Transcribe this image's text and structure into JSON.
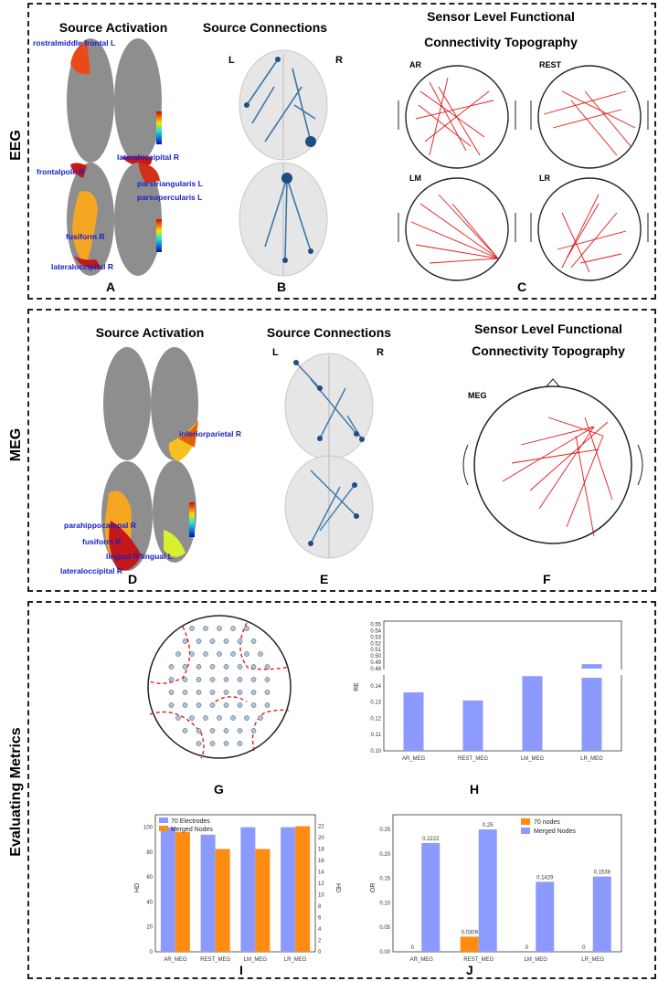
{
  "eeg": {
    "side_label": "EEG",
    "source_activation": "Source Activation",
    "source_connections": "Source  Connections",
    "sensor_title_1": "Sensor Level Functional",
    "sensor_title_2": "Connectivity Topography",
    "lr_left": "L",
    "lr_right": "R",
    "regions": {
      "rostralmiddle": "rostralmiddle frontal L",
      "lateraloccipital_top": "lateraloccipital R",
      "frontalpole": "frontalpole R",
      "parstriangularis": "parstriangularis L",
      "parsopercularis": "parsopercularis L",
      "fusiform": "fusiform R",
      "lateraloccipital_bottom": "lateraloccipital R"
    },
    "topo_labels": {
      "ar": "AR",
      "rest": "REST",
      "lm": "LM",
      "lr": "LR"
    },
    "letters": {
      "a": "A",
      "b": "B",
      "c": "C"
    }
  },
  "meg": {
    "side_label": "MEG",
    "source_activation": "Source Activation",
    "source_connections": "Source Connections",
    "sensor_title_1": "Sensor Level Functional",
    "sensor_title_2": "Connectivity Topography",
    "lr_left": "L",
    "lr_right": "R",
    "regions": {
      "inferiorparietal": "inferiorparietal R",
      "parahippocampal": "parahippocampal R",
      "fusiform": "fusiform R",
      "lingual_r": "lingual R",
      "lingual_l": "lingual L",
      "lateraloccipital": "lateraloccipital R"
    },
    "topo_label": "MEG",
    "letters": {
      "d": "D",
      "e": "E",
      "f": "F"
    }
  },
  "metrics": {
    "side_label": "Evaluating Metrics",
    "letters": {
      "g": "G",
      "h": "H",
      "i": "I",
      "j": "J"
    }
  },
  "chart_data": [
    {
      "id": "H",
      "type": "bar",
      "categories": [
        "AR_MEG",
        "REST_MEG",
        "LM_MEG",
        "LR_MEG"
      ],
      "values": [
        0.136,
        0.131,
        0.146,
        0.487
      ],
      "ylabel": "RE",
      "yticks_lower": [
        "0.10",
        "0.11",
        "0.12",
        "0.13",
        "0.14"
      ],
      "yticks_upper": [
        "0.48",
        "0.49",
        "0.50",
        "0.51",
        "0.52",
        "0.53",
        "0.54",
        "0.55"
      ],
      "color": "#8c9aff"
    },
    {
      "id": "I",
      "type": "bar",
      "categories": [
        "AR_MEG",
        "REST_MEG",
        "LM_MEG",
        "LR_MEG"
      ],
      "series": [
        {
          "name": "70 Electrodes",
          "values": [
            100,
            94,
            100,
            100
          ],
          "axis": "left",
          "color": "#8c9aff"
        },
        {
          "name": "Merged Nodes",
          "values": [
            21,
            18,
            18,
            22
          ],
          "axis": "right",
          "color": "#ff8c10"
        }
      ],
      "ylabel": "HD",
      "ylabel_right": "HD",
      "yticks_left": [
        "0",
        "20",
        "40",
        "60",
        "80",
        "100"
      ],
      "yticks_right": [
        "0",
        "2",
        "4",
        "6",
        "8",
        "10",
        "12",
        "14",
        "16",
        "18",
        "20",
        "22"
      ]
    },
    {
      "id": "J",
      "type": "bar",
      "categories": [
        "AR_MEG",
        "REST_MEG",
        "LM_MEG",
        "LR_MEG"
      ],
      "series": [
        {
          "name": "70 nodes",
          "values": [
            0,
            0.0309,
            0,
            0
          ],
          "labels": [
            "0",
            "0.0309",
            "0",
            "0"
          ],
          "color": "#ff8c10"
        },
        {
          "name": "Merged Nodes",
          "values": [
            0.2222,
            0.25,
            0.1429,
            0.1538
          ],
          "labels": [
            "0.2222",
            "0.25",
            "0.1429",
            "0.1538"
          ],
          "color": "#8c9aff"
        }
      ],
      "ylabel": "OR",
      "yticks": [
        "0.00",
        "0.05",
        "0.10",
        "0.15",
        "0.20",
        "0.25"
      ],
      "ylim": [
        0,
        0.28
      ]
    }
  ]
}
